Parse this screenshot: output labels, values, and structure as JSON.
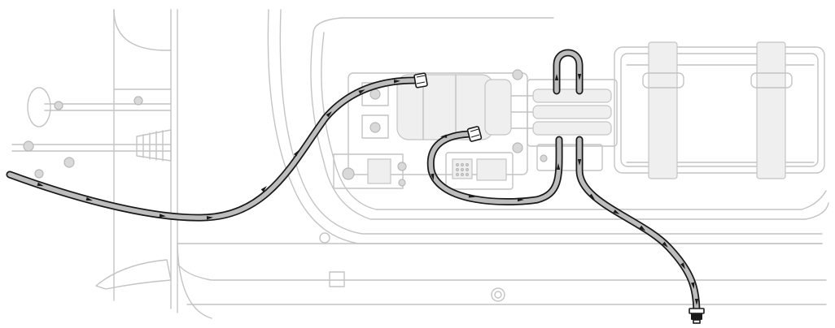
{
  "figure": {
    "title": "",
    "description_visible_text": [],
    "colors": {
      "hose_outline": "#1a1a1a",
      "hose_fill": "#bdbdbd",
      "ghosted_parts": "#c4c4c4",
      "background": "#ffffff"
    },
    "hoses": [
      {
        "name": "left-hose",
        "flow_arrows": 9
      },
      {
        "name": "loop-hose",
        "flow_arrows": 5
      },
      {
        "name": "u-bend-hose",
        "flow_arrows": 2
      },
      {
        "name": "down-hose",
        "flow_arrows": 8
      }
    ],
    "icons": [
      "hose-fitting-icon",
      "hose-end-cap-icon",
      "flow-arrow-icon"
    ]
  }
}
